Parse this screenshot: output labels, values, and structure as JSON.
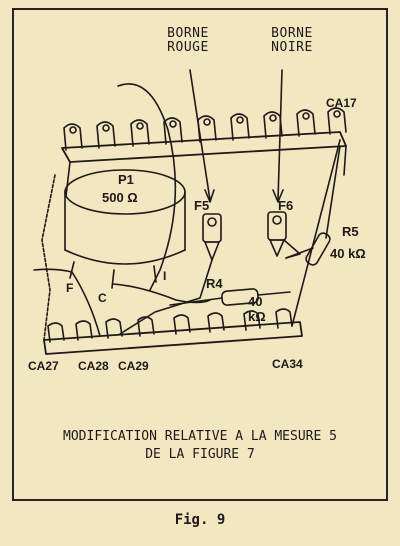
{
  "labels": {
    "borne_rouge_l1": "BORNE",
    "borne_rouge_l2": "ROUGE",
    "borne_noire_l1": "BORNE",
    "borne_noire_l2": "NOIRE",
    "ca17": "CA17",
    "p1": "P1",
    "p1_value": "500 Ω",
    "f5": "F5",
    "f6": "F6",
    "r5": "R5",
    "r5_value": "40 kΩ",
    "r4": "R4",
    "r4_value_l1": "40",
    "r4_value_l2": "kΩ",
    "pin_f": "F",
    "pin_c": "C",
    "pin_i": "I",
    "ca27": "CA27",
    "ca28": "CA28",
    "ca29": "CA29",
    "ca34": "CA34"
  },
  "caption": {
    "line1": "MODIFICATION RELATIVE A LA MESURE 5",
    "line2": "DE LA FIGURE 7"
  },
  "figure_label": "Fig. 9"
}
